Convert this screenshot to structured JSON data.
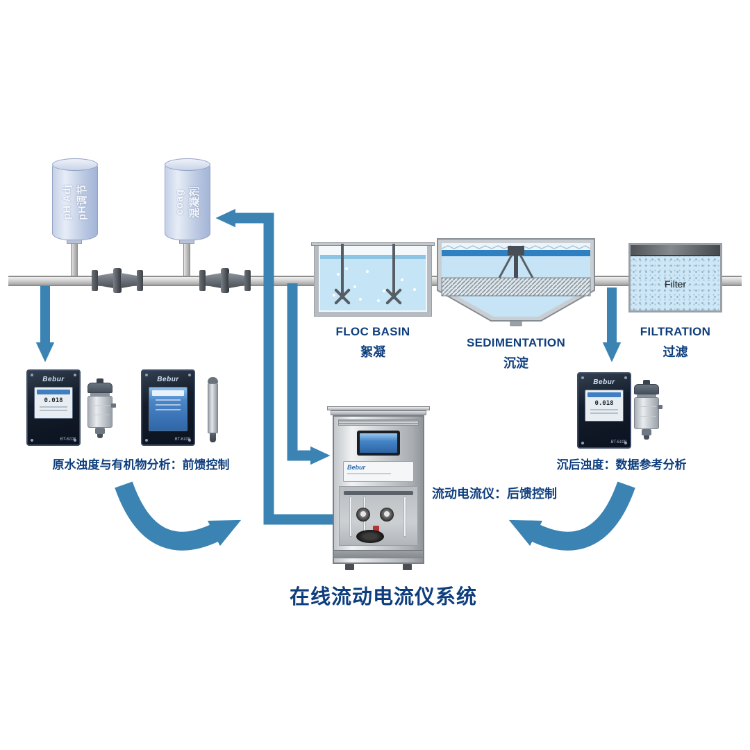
{
  "title": "在线流动电流仪系统",
  "tanks": {
    "ph": {
      "en": "pH Adj",
      "zh": "pH调节"
    },
    "coag": {
      "en": "coag",
      "zh": "混凝剂"
    }
  },
  "stages": {
    "floc": {
      "en": "FLOC BASIN",
      "zh": "絮凝"
    },
    "sedimentation": {
      "en": "SEDIMENTATION",
      "zh": "沉淀"
    },
    "filtration": {
      "en": "FILTRATION",
      "zh": "过滤",
      "media_label": "Filter"
    }
  },
  "instruments": {
    "brand": "Bebur",
    "model": "BT-6108",
    "reading": "0.018",
    "captions": {
      "left": "原水浊度与有机物分析：前馈控制",
      "center": "流动电流仪：后馈控制",
      "right": "沉后浊度：数据参考分析"
    }
  },
  "colors": {
    "arrow": "#3a83b3",
    "navy": "#0e3e7e"
  }
}
